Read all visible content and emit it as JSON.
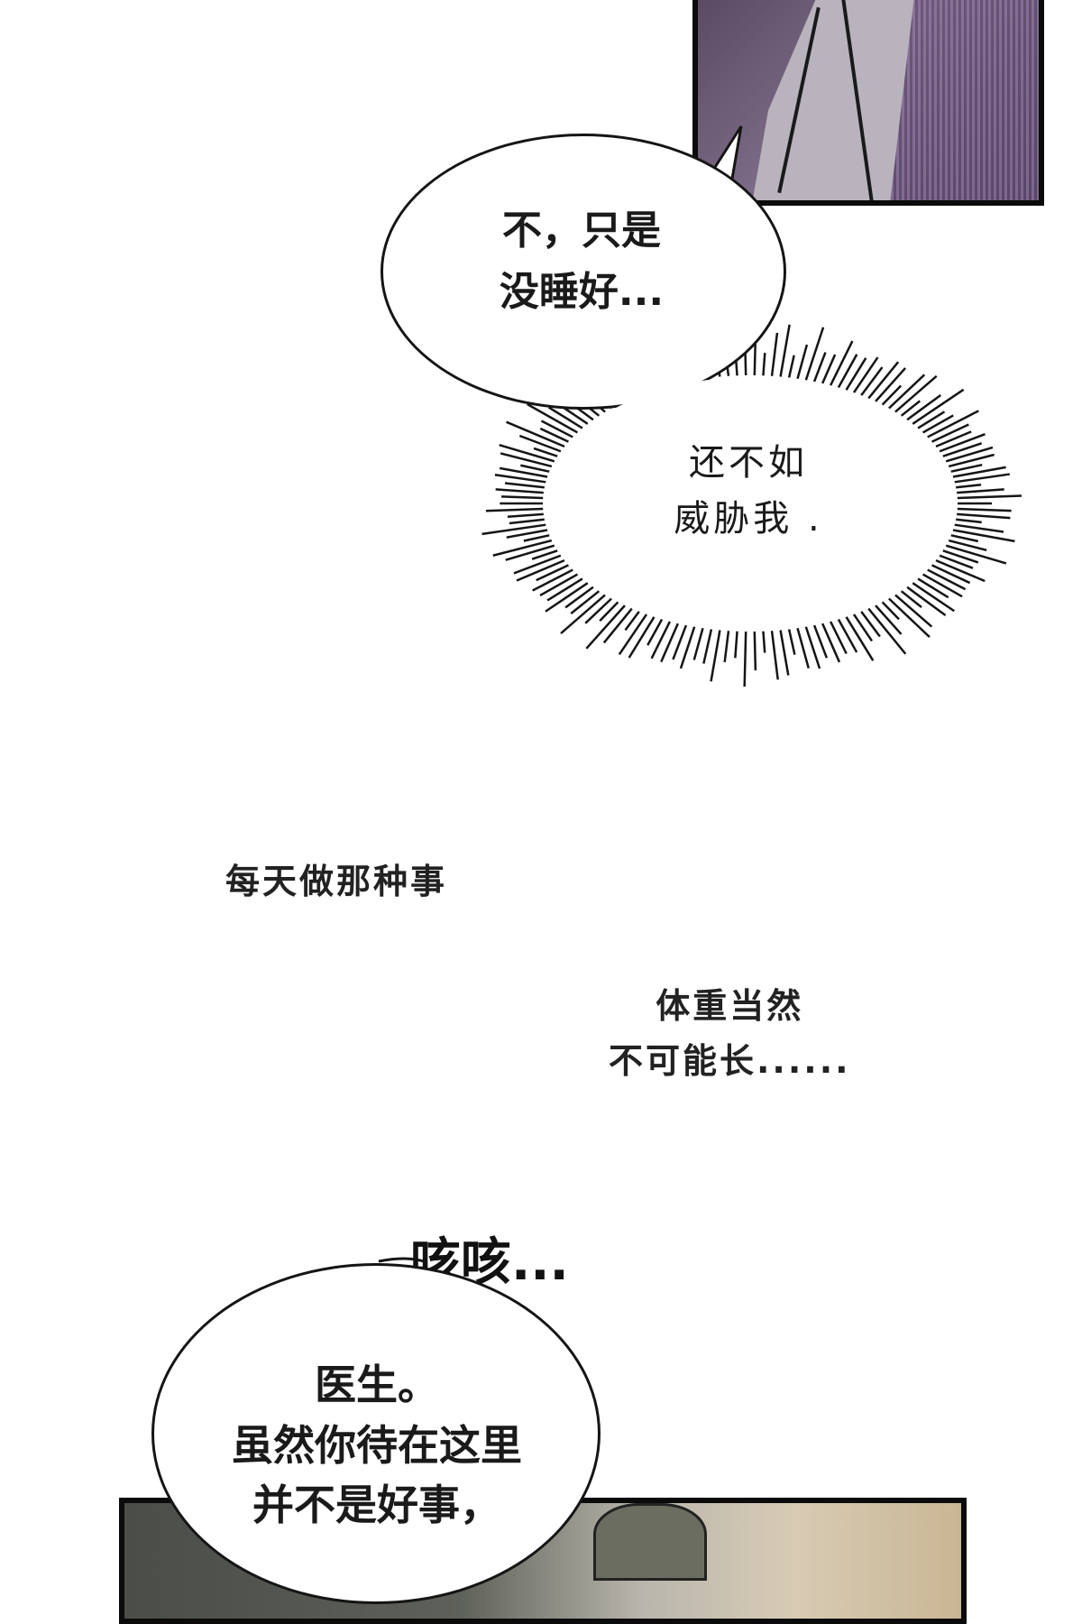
{
  "page": {
    "background": "#ffffff"
  },
  "bubbles": {
    "speech_1": {
      "lines": "不，只是\n没睡好..."
    },
    "burst_1": {
      "lines": "还不如\n威胁我 ."
    },
    "speech_2": {
      "lines": "医生。\n虽然你待在这里\n并不是好事，"
    }
  },
  "narration": {
    "line_1": "每天做那种事",
    "line_2": "体重当然\n不可能长......"
  },
  "sfx": {
    "cough": "咳咳..."
  },
  "colors": {
    "ink": "#151515",
    "panel_top": "#6b5a77",
    "panel_bottom": "#5e6159"
  }
}
